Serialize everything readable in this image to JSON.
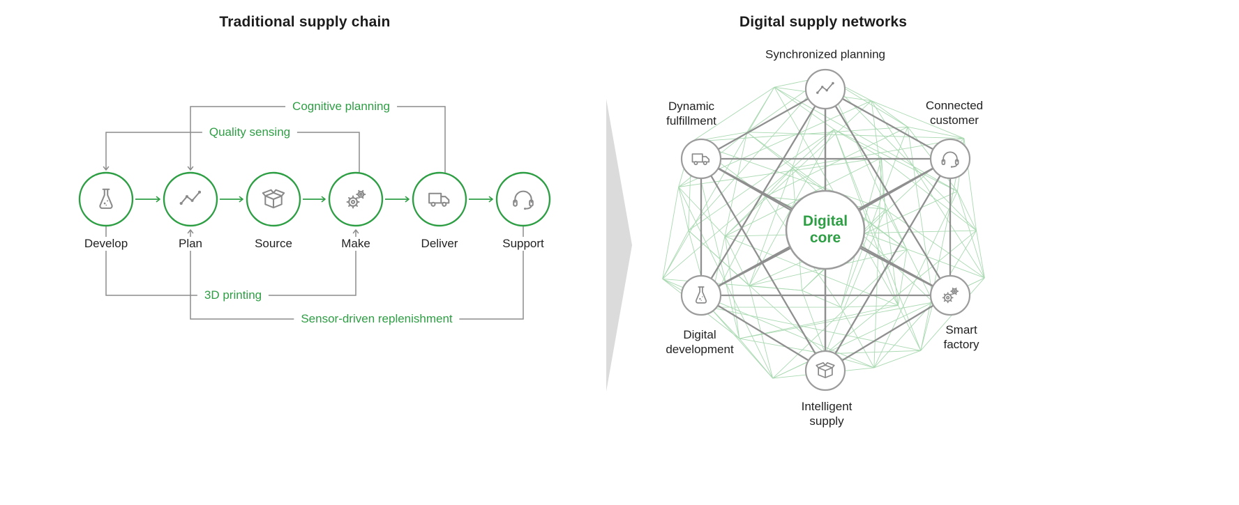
{
  "colors": {
    "accent_green": "#2e9e44",
    "mesh_green": "#a9d9b1",
    "line_gray": "#8c8c8c",
    "circle_gray": "#9c9c9c",
    "divider_arrow_gray": "#dbdbdb",
    "text_dark": "#1c1c1c"
  },
  "left_diagram": {
    "title": "Traditional supply chain",
    "nodes": [
      {
        "label": "Develop",
        "icon": "flask-icon"
      },
      {
        "label": "Plan",
        "icon": "line-chart-icon"
      },
      {
        "label": "Source",
        "icon": "open-box-icon"
      },
      {
        "label": "Make",
        "icon": "gears-icon"
      },
      {
        "label": "Deliver",
        "icon": "truck-icon"
      },
      {
        "label": "Support",
        "icon": "headset-icon"
      }
    ],
    "connectors": [
      {
        "label": "Cognitive planning",
        "from": "Deliver",
        "to": "Plan",
        "position": "top-outer"
      },
      {
        "label": "Quality sensing",
        "from": "Make",
        "to": "Develop",
        "position": "top-inner"
      },
      {
        "label": "3D printing",
        "from": "Develop",
        "to": "Make",
        "position": "bottom-inner"
      },
      {
        "label": "Sensor-driven replenishment",
        "from": "Support",
        "to": "Plan",
        "position": "bottom-outer"
      }
    ]
  },
  "right_diagram": {
    "title": "Digital supply networks",
    "core": {
      "label": "Digital core"
    },
    "nodes": [
      {
        "label": "Synchronized planning",
        "icon": "line-chart-icon",
        "position": "top"
      },
      {
        "label": "Connected customer",
        "icon": "headset-icon",
        "position": "upper-right"
      },
      {
        "label": "Smart factory",
        "icon": "gears-icon",
        "position": "lower-right"
      },
      {
        "label": "Intelligent supply",
        "icon": "open-box-icon",
        "position": "bottom"
      },
      {
        "label": "Digital development",
        "icon": "flask-icon",
        "position": "lower-left"
      },
      {
        "label": "Dynamic fulfillment",
        "icon": "truck-icon",
        "position": "upper-left"
      }
    ]
  }
}
